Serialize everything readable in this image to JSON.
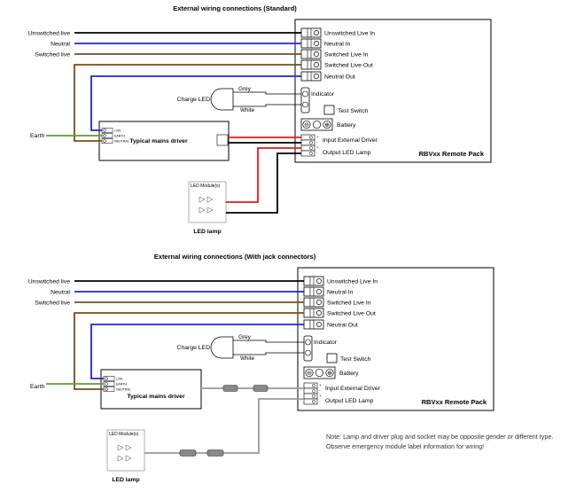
{
  "colors": {
    "live": "#000000",
    "neutral": "#1f24d6",
    "switched_live": "#7a4a1e",
    "earth": "#5aa02c",
    "positive": "#e01b1b",
    "negative": "#000000",
    "jack_lead": "#9a9a9a"
  },
  "top": {
    "title": "External wiring connections (Standard)",
    "feeds": [
      "Unswitched live",
      "Neutral",
      "Switched live"
    ],
    "earth": "Earth",
    "terminals": [
      "Unswitched Live In",
      "Neutral In",
      "Switched Live In",
      "Switched Live Out",
      "Neutral Out"
    ],
    "charge_led": "Charge LED",
    "led_wires": [
      "Grey",
      "White"
    ],
    "indicator": "Indicator",
    "test_switch": "Test Switch",
    "battery": "Battery",
    "battery_symbols": [
      "⊖",
      "⊕"
    ],
    "driver_label": "Typical  mains driver",
    "driver_pins": [
      "LIVE",
      "EARTH",
      "NEUTRAL"
    ],
    "output_terminals": [
      "Input External Driver",
      "Output LED Lamp"
    ],
    "pack_name": "RBVxx Remote Pack",
    "led_module": "LED Module(s)",
    "led_lamp": "LED lamp"
  },
  "bottom": {
    "title": "External wiring connections (With jack connectors)",
    "feeds": [
      "Unswitched live",
      "Neutral",
      "Switched live"
    ],
    "earth": "Earth",
    "terminals": [
      "Unswitched Live In",
      "Neutral In",
      "Switched Live In",
      "Switched Live Out",
      "Neutral Out"
    ],
    "charge_led": "Charge LED",
    "led_wires": [
      "Grey",
      "White"
    ],
    "indicator": "Indicator",
    "test_switch": "Test Switch",
    "battery": "Battery",
    "battery_symbols": [
      "⊖",
      "⊕"
    ],
    "driver_label": "Typical  mains driver",
    "driver_pins": [
      "LIVE",
      "EARTH",
      "NEUTRAL"
    ],
    "output_terminals": [
      "Input External Driver",
      "Output LED Lamp"
    ],
    "pack_name": "RBVxx Remote Pack",
    "led_module": "LED Module(s)",
    "led_lamp": "LED lamp"
  },
  "note": {
    "line1": "Note: Lamp and driver plug and socket may be opposite gender or different type.",
    "line2": "Observe emergency module label information for wiring!"
  }
}
